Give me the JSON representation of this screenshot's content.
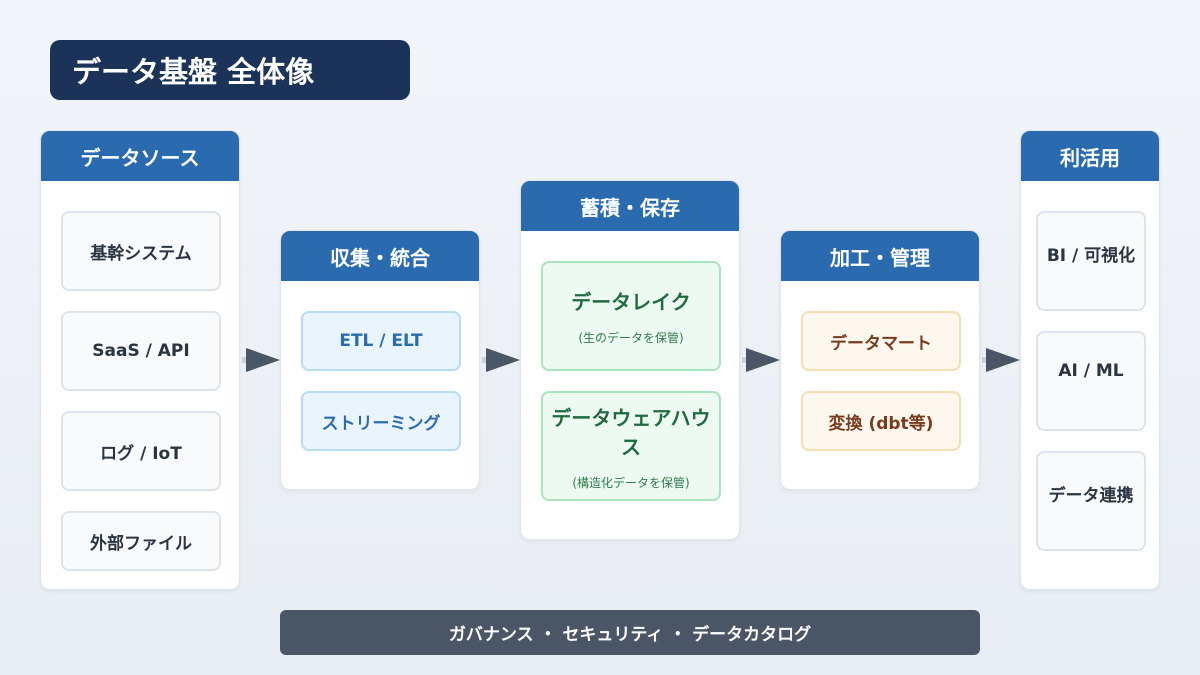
{
  "title": "データ基盤 全体像",
  "stages": {
    "sources": {
      "header": "データソース",
      "items": [
        "基幹システム",
        "SaaS / API",
        "ログ / IoT",
        "外部ファイル"
      ]
    },
    "ingest": {
      "header": "収集・統合",
      "items": [
        "ETL / ELT",
        "ストリーミング"
      ]
    },
    "storage": {
      "header": "蓄積・保存",
      "items": [
        {
          "label": "データレイク",
          "sub": "(生のデータを保管)"
        },
        {
          "label": "データウェアハウス",
          "sub": "(構造化データを保管)"
        }
      ]
    },
    "processing": {
      "header": "加工・管理",
      "items": [
        "データマート",
        "変換 (dbt等)"
      ]
    },
    "usage": {
      "header": "利活用",
      "items": [
        "BI / 可視化",
        "AI / ML",
        "データ連携"
      ]
    }
  },
  "footer": "ガバナンス ・ セキュリティ ・ データカタログ",
  "colors": {
    "title_bg": "#1b3358",
    "stage_header": "#2a6bb0",
    "arrow": "#4a5566",
    "footer_bg": "#4a5566"
  }
}
